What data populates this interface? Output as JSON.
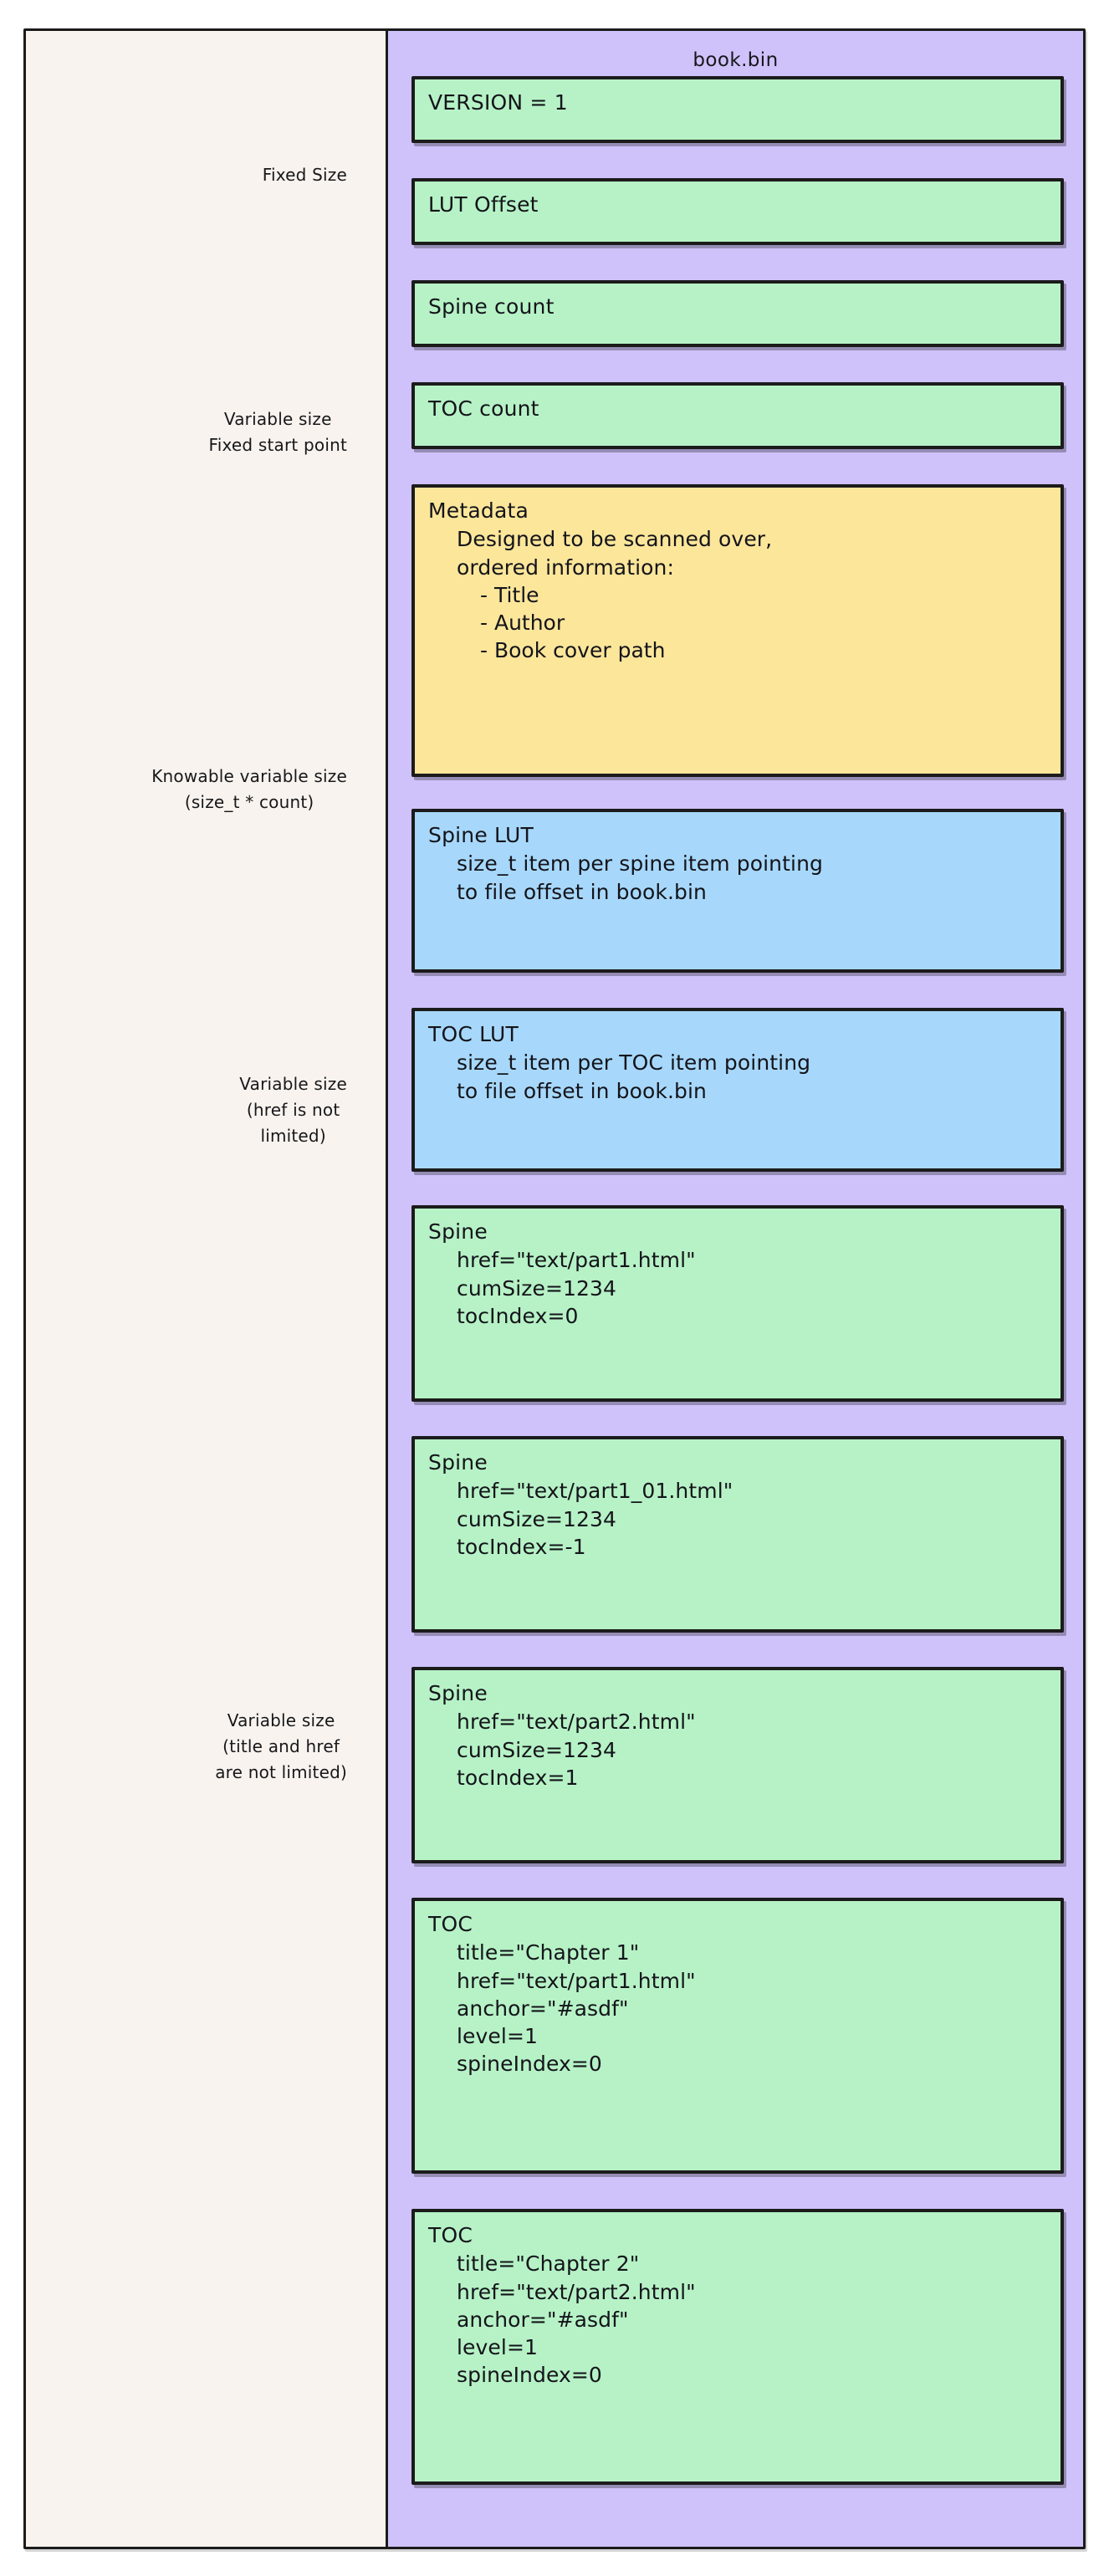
{
  "diagram": {
    "file_title": "book.bin",
    "colors": {
      "panel": "#cfc2fb",
      "page": "#f8f3ee",
      "green": "#b6f2c6",
      "yellow": "#fbe69a",
      "blue": "#a7d8fb",
      "stroke": "#1b1b1b"
    }
  },
  "groups": [
    {
      "label": "Fixed Size"
    },
    {
      "label": "Variable size\nFixed start point"
    },
    {
      "label": "Knowable variable size\n(size_t * count)"
    },
    {
      "label": "Variable size\n(href is not\nlimited)"
    },
    {
      "label": "Variable size\n(title and href\nare not limited)"
    }
  ],
  "blocks": [
    {
      "title": "VERSION = 1",
      "lines": "",
      "bullets": "",
      "color": "green"
    },
    {
      "title": "LUT Offset",
      "lines": "",
      "bullets": "",
      "color": "green"
    },
    {
      "title": "Spine count",
      "lines": "",
      "bullets": "",
      "color": "green"
    },
    {
      "title": "TOC count",
      "lines": "",
      "bullets": "",
      "color": "green"
    },
    {
      "title": "Metadata",
      "lines": "Designed to be scanned over,\nordered information:",
      "bullets": "- Title\n- Author\n- Book cover path",
      "color": "yellow"
    },
    {
      "title": "Spine LUT",
      "lines": "size_t item per spine item pointing\nto file offset in book.bin",
      "bullets": "",
      "color": "blue"
    },
    {
      "title": "TOC LUT",
      "lines": "size_t item per TOC item pointing\nto file offset in book.bin",
      "bullets": "",
      "color": "blue"
    },
    {
      "title": "Spine",
      "lines": "href=\"text/part1.html\"\ncumSize=1234\ntocIndex=0",
      "bullets": "",
      "color": "green"
    },
    {
      "title": "Spine",
      "lines": "href=\"text/part1_01.html\"\ncumSize=1234\ntocIndex=-1",
      "bullets": "",
      "color": "green"
    },
    {
      "title": "Spine",
      "lines": "href=\"text/part2.html\"\ncumSize=1234\ntocIndex=1",
      "bullets": "",
      "color": "green"
    },
    {
      "title": "TOC",
      "lines": "title=\"Chapter 1\"\nhref=\"text/part1.html\"\nanchor=\"#asdf\"\nlevel=1\nspineIndex=0",
      "bullets": "",
      "color": "green"
    },
    {
      "title": "TOC",
      "lines": "title=\"Chapter 2\"\nhref=\"text/part2.html\"\nanchor=\"#asdf\"\nlevel=1\nspineIndex=0",
      "bullets": "",
      "color": "green"
    }
  ]
}
